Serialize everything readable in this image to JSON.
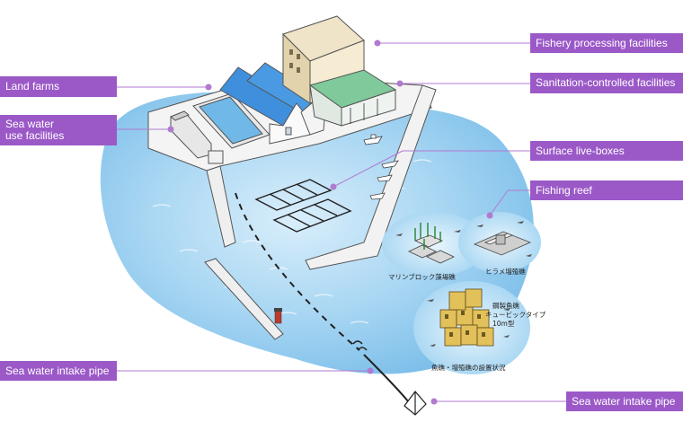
{
  "labels": {
    "fishery_processing": "Fishery processing facilities",
    "sanitation": "Sanitation-controlled facilities",
    "land_farms": "Land farms",
    "sea_water_use_1": "Sea water",
    "sea_water_use_2": "use facilities",
    "surface_live_boxes": "Surface live-boxes",
    "fishing_reef": "Fishing reef",
    "intake_pipe_left": "Sea water intake pipe",
    "intake_pipe_right": "Sea water intake pipe"
  },
  "reef_captions": {
    "marine_block": "マリンブロック藻場礁",
    "flounder": "ヒラメ増殖礁",
    "steel_1": "鋼製魚礁",
    "steel_2": "キュービックタイプ",
    "steel_3": "10m型",
    "installation": "魚礁・増殖礁の設置状況"
  },
  "colors": {
    "label_bg": "#9b59c8",
    "leader": "#b07ad0",
    "sea": "#a9d6f2",
    "pier": "#f2f2f2"
  }
}
